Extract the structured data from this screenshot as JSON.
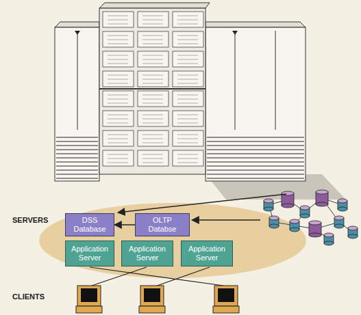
{
  "diagram": {
    "nodes": [
      {
        "text": [
          "DSS Database"
        ]
      },
      {
        "text": [
          "OLTP Databse"
        ]
      },
      {
        "text": [
          "Application Server"
        ]
      },
      {
        "text": [
          "Application Server"
        ]
      },
      {
        "text": [
          "Application Server"
        ]
      }
    ],
    "edges": [
      {
        "from": 1,
        "to": 0,
        "arrow": "to"
      }
    ],
    "labels": [
      "SERVERS",
      "CLIENTS"
    ]
  }
}
